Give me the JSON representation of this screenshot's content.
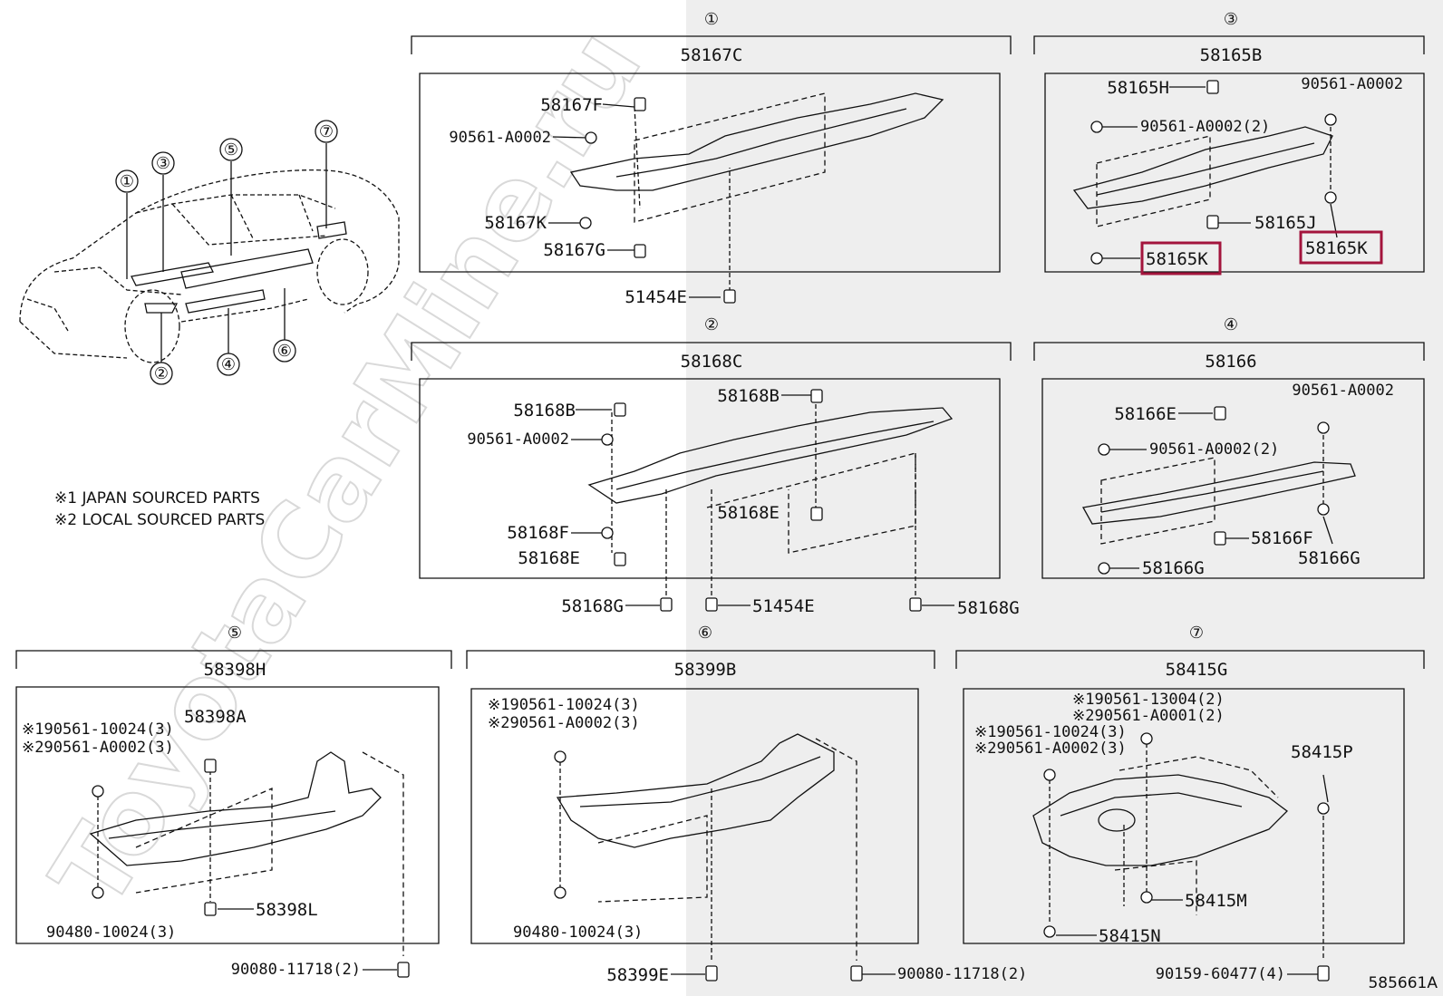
{
  "watermark": "ToyotaCarMine.ru",
  "drawing_code": "585661A",
  "notes": [
    "※1 JAPAN SOURCED PARTS",
    "※2 LOCAL SOURCED PARTS"
  ],
  "car_callouts": [
    "①",
    "②",
    "③",
    "④",
    "⑤",
    "⑥",
    "⑦"
  ],
  "sections": {
    "s1": {
      "num": "①",
      "assembly": "58167C",
      "parts": [
        "58167F",
        "90561-A0002",
        "58167K",
        "58167G",
        "51454E"
      ]
    },
    "s3": {
      "num": "③",
      "assembly": "58165B",
      "parts": [
        "58165H",
        "90561-A0002",
        "90561-A0002(2)",
        "58165J",
        "58165K",
        "58165K"
      ]
    },
    "s2": {
      "num": "②",
      "assembly": "58168C",
      "parts": [
        "58168B",
        "58168B",
        "90561-A0002",
        "58168E",
        "58168F",
        "58168E",
        "58168G",
        "51454E",
        "58168G"
      ]
    },
    "s4": {
      "num": "④",
      "assembly": "58166",
      "parts": [
        "58166E",
        "90561-A0002",
        "90561-A0002(2)",
        "58166F",
        "58166G",
        "58166G"
      ]
    },
    "s5": {
      "num": "⑤",
      "assembly": "58398H",
      "parts": [
        "※190561-10024(3)",
        "※290561-A0002(3)",
        "58398A",
        "58398L",
        "90480-10024(3)",
        "90080-11718(2)"
      ]
    },
    "s6": {
      "num": "⑥",
      "assembly": "58399B",
      "parts": [
        "※190561-10024(3)",
        "※290561-A0002(3)",
        "90480-10024(3)",
        "58399E",
        "90080-11718(2)"
      ]
    },
    "s7": {
      "num": "⑦",
      "assembly": "58415G",
      "parts": [
        "※190561-13004(2)",
        "※290561-A0001(2)",
        "※190561-10024(3)",
        "※290561-A0002(3)",
        "58415P",
        "58415M",
        "58415N",
        "90159-60477(4)"
      ]
    }
  },
  "highlight_color": "#a3143c"
}
